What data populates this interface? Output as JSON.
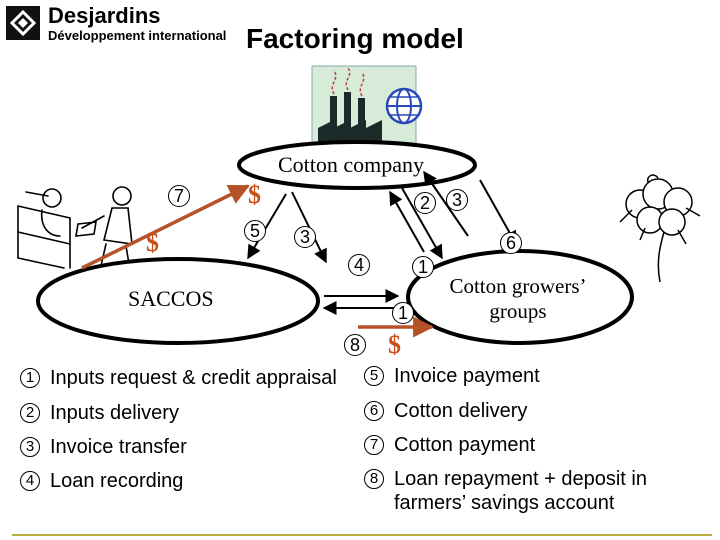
{
  "brand": {
    "name": "Desjardins",
    "subtitle": "Développement international"
  },
  "title": "Factoring model",
  "nodes": {
    "company": "Cotton company",
    "saccos": "SACCOS",
    "growers": "Cotton growers’ groups"
  },
  "currency_symbol": "$",
  "step_markers": [
    "7",
    "5",
    "3",
    "2",
    "3",
    "6",
    "4",
    "1",
    "1",
    "8"
  ],
  "legend": {
    "left": [
      {
        "num": "1",
        "text": "Inputs request & credit appraisal"
      },
      {
        "num": "2",
        "text": "Inputs delivery"
      },
      {
        "num": "3",
        "text": "Invoice transfer"
      },
      {
        "num": "4",
        "text": "Loan recording"
      }
    ],
    "right": [
      {
        "num": "5",
        "text": "Invoice payment"
      },
      {
        "num": "6",
        "text": "Cotton delivery"
      },
      {
        "num": "7",
        "text": "Cotton payment"
      },
      {
        "num": "8",
        "text": "Loan repayment + deposit in farmers’ savings account"
      }
    ]
  },
  "colors": {
    "money_arrow": "#b5522a",
    "dollar": "#c8501a",
    "factory_bg": "#d6ecd8",
    "globe": "#2a48b8",
    "accent_line": "#b8b040"
  }
}
